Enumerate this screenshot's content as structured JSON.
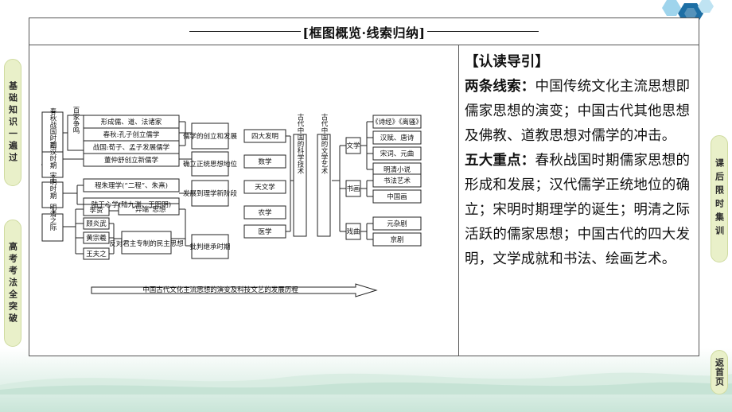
{
  "header": {
    "title": "[框图概览·线索归纳]"
  },
  "left_tabs": [
    {
      "label": "基础知识一遍过"
    },
    {
      "label": "高考考法全突破"
    }
  ],
  "right_tabs": [
    {
      "label": "课后限时集训"
    },
    {
      "label": "返首页"
    }
  ],
  "diagram": {
    "periods": [
      "春秋战国时期",
      "西汉时期",
      "宋明时期",
      "明清之际"
    ],
    "baijia": "百家争鸣",
    "schools": [
      "形成儒、道、法诸家",
      "春秋:孔子创立儒学",
      "战国:荀子、孟子发展儒学"
    ],
    "dongzhongshu": "董仲舒创立新儒学",
    "songming": [
      "程朱理学(“二程”、朱熹)",
      "陆王心学(陆九渊、王阳明)"
    ],
    "thinkers": [
      "李贽",
      "顾炎武",
      "黄宗羲",
      "王夫之"
    ],
    "heresy": "“异端”思想",
    "anti_autocracy": "反对君主专制的民主思想",
    "stages": [
      "儒学的创立和发展",
      "确立正统思想地位",
      "发展到理学新阶段",
      "批判继承时期"
    ],
    "science_items": [
      "四大发明",
      "数学",
      "天文学",
      "农学",
      "医学"
    ],
    "science_title": "古代中国的科学技术",
    "art_title": "古代中国的文学艺术",
    "art_categories": [
      "文学",
      "书画",
      "戏曲"
    ],
    "literature": [
      "《诗经》《离骚》",
      "汉赋、唐诗",
      "宋词、元曲",
      "明清小说"
    ],
    "painting": [
      "书法艺术",
      "中国画"
    ],
    "opera": [
      "元杂剧",
      "京剧"
    ],
    "arrow_caption": "中国古代文化主流思想的演变及科技文艺的发展历程"
  },
  "text_pane": {
    "title": "【认读导引】",
    "lines_label": "两条线索：",
    "lines_text": "中国传统文化主流思想即儒家思想的演变；中国古代其他思想及佛教、道教思想对儒学的冲击。",
    "focus_label": "五大重点：",
    "focus_text": "春秋战国时期儒家思想的形成和发展；汉代儒学正统地位的确立；宋明时期理学的诞生；明清之际活跃的儒家思想；中国古代的四大发明，文学成就和书法、绘画艺术。"
  }
}
